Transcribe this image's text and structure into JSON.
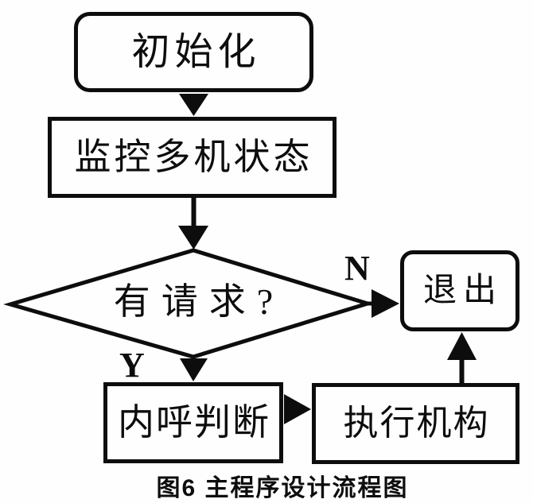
{
  "caption": "图6 主程序设计流程图",
  "nodes": {
    "init": "初始化",
    "monitor": "监控多机状态",
    "decision": "有请求?",
    "exit": "退出",
    "call_check": "内呼判断",
    "actuator": "执行机构"
  },
  "branch_labels": {
    "no": "N",
    "yes": "Y"
  },
  "colors": {
    "ink": "#0d0d0d",
    "paper": "#fefefe"
  }
}
